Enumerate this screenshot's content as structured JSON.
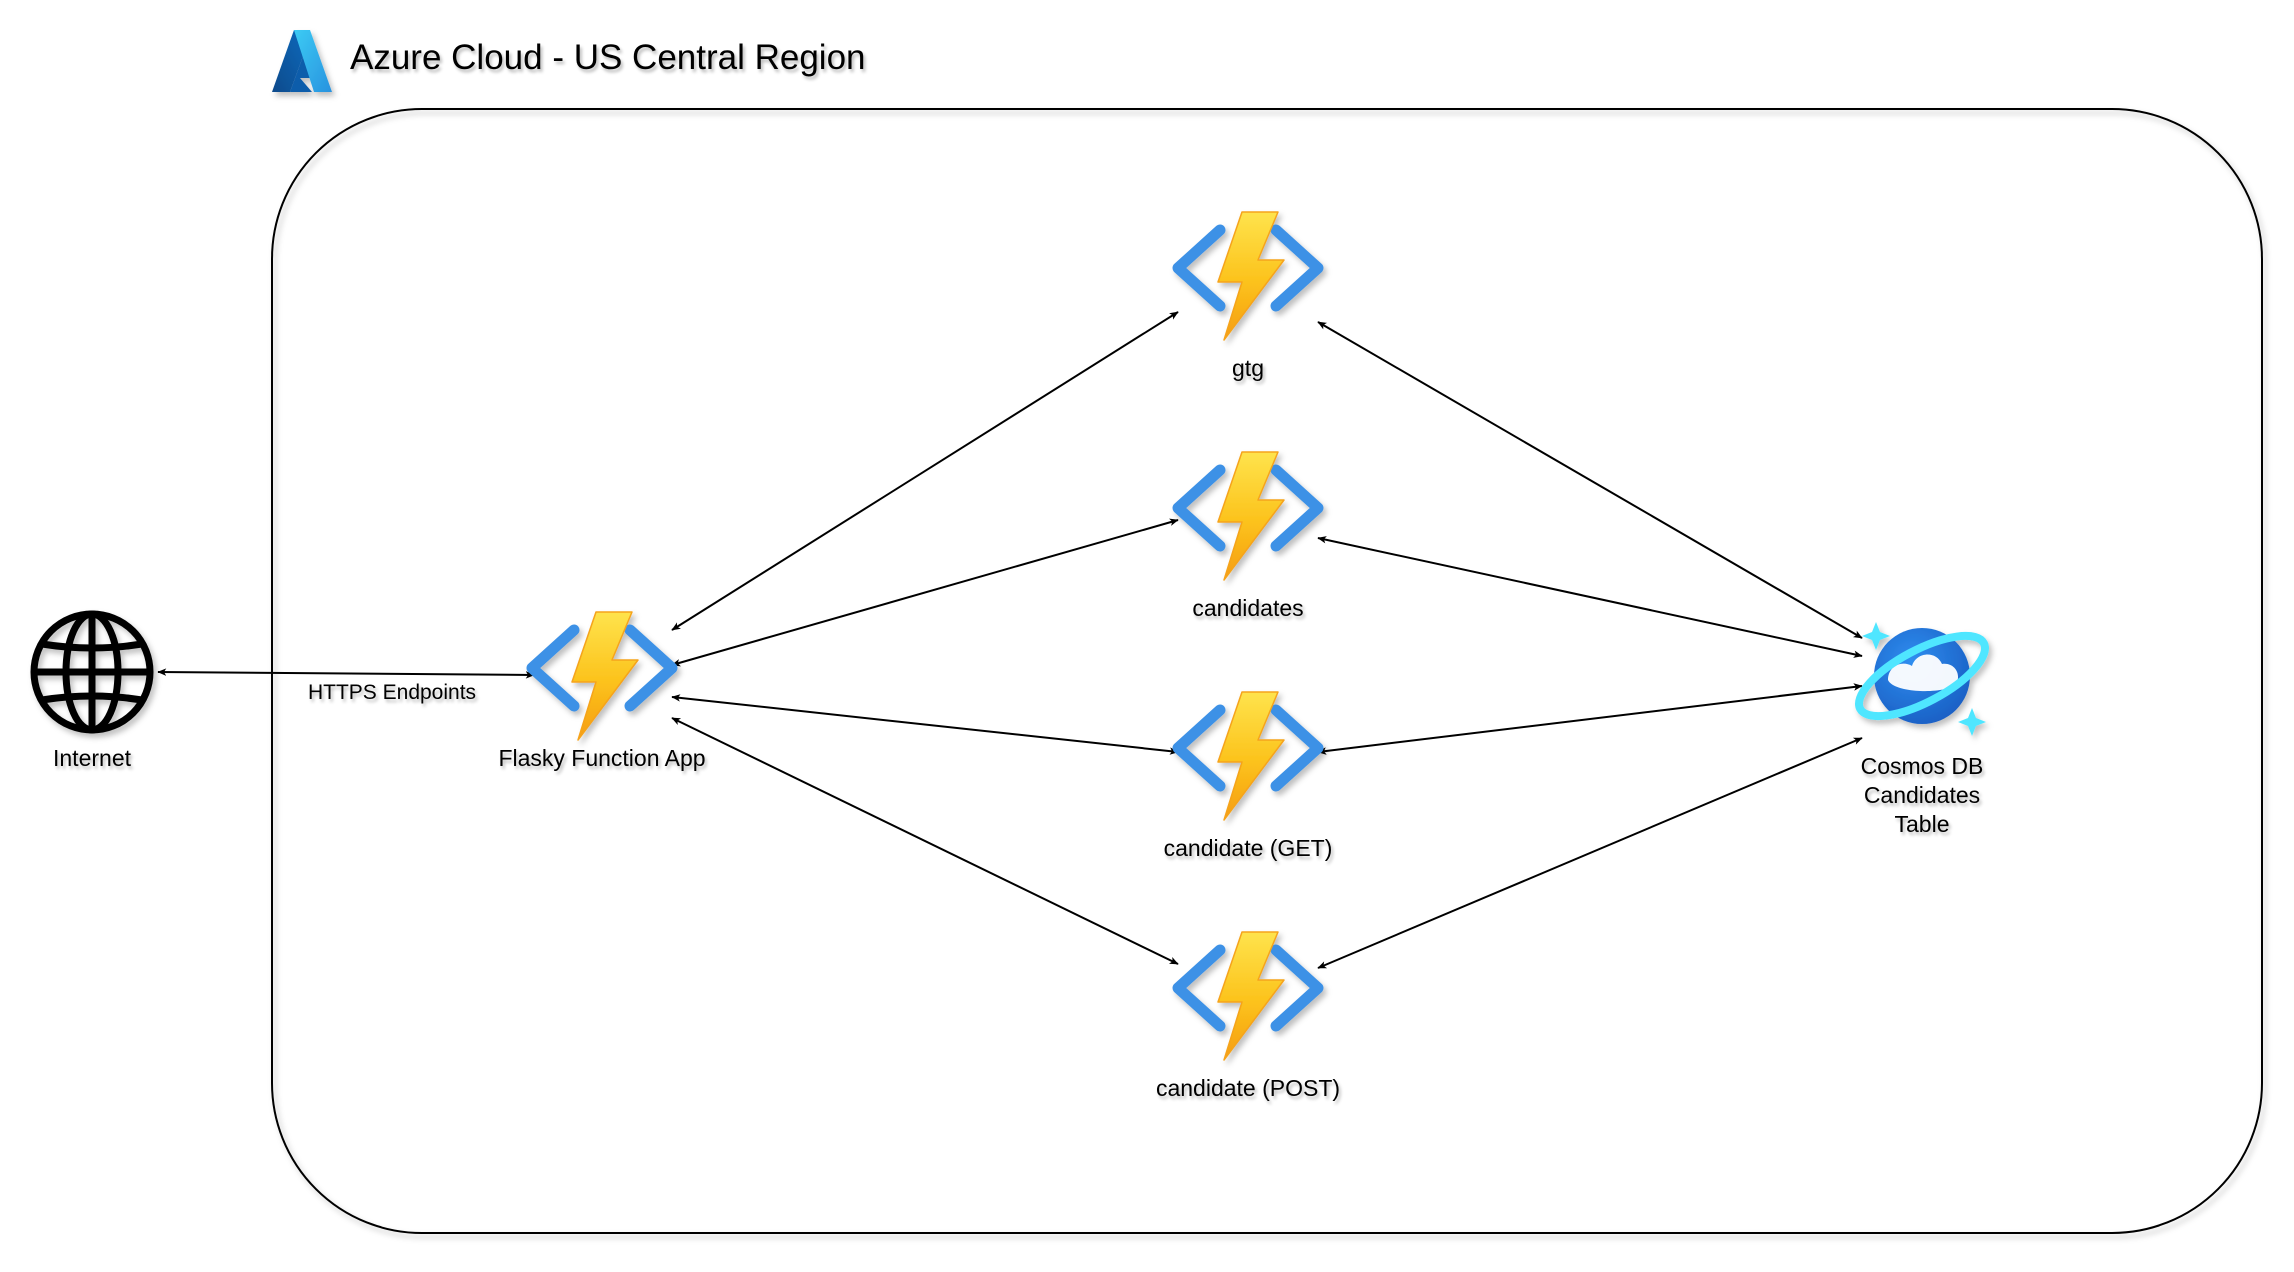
{
  "region": {
    "title": "Azure Cloud - US Central Region",
    "icon": "azure-logo-icon",
    "accent": "#1e88e5"
  },
  "internet": {
    "label": "Internet",
    "icon": "globe-icon"
  },
  "connection": {
    "label": "HTTPS Endpoints"
  },
  "function_app": {
    "label": "Flasky Function App",
    "icon": "azure-function-icon"
  },
  "functions": [
    {
      "label": "gtg",
      "icon": "azure-function-icon"
    },
    {
      "label": "candidates",
      "icon": "azure-function-icon"
    },
    {
      "label": "candidate (GET)",
      "icon": "azure-function-icon"
    },
    {
      "label": "candidate (POST)",
      "icon": "azure-function-icon"
    }
  ],
  "database": {
    "label_lines": [
      "Cosmos DB",
      "Candidates",
      "Table"
    ],
    "icon": "cosmos-db-icon"
  },
  "colors": {
    "bolt_yellow": "#fcd116",
    "bolt_orange": "#f7a11a",
    "bracket_blue": "#3c91e6",
    "cosmos_blue": "#1e6fd9",
    "cosmos_cyan": "#50e6ff"
  }
}
